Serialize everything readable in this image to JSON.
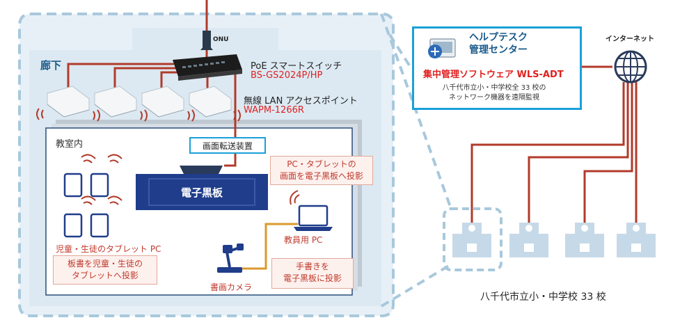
{
  "labels": {
    "onu": "ONU",
    "corridor": "廊下",
    "poe_switch": "PoE スマートスイッチ",
    "poe_switch_model": "BS-GS2024P/HP",
    "wireless_ap": "無線 LAN アクセスポイント",
    "wireless_ap_model": "WAPM-1266R",
    "classroom": "教室内",
    "screen_transfer": "画面転送装置",
    "blackboard": "電子黒板",
    "pc_tablet_note_line1": "PC・タブレットの",
    "pc_tablet_note_line2": "画面を電子黒板へ投影",
    "teacher_pc": "教員用 PC",
    "student_tablet": "児童・生徒のタブレット PC",
    "board_note_line1": "板書を児童・生徒の",
    "board_note_line2": "タブレットへ投影",
    "document_camera": "書画カメラ",
    "handwriting_note_line1": "手書きを",
    "handwriting_note_line2": "電子黒板に投影",
    "helpdesk_line1": "ヘルプテスク",
    "helpdesk_line2": "管理センター",
    "central_software": "集中管理ソフトウェア WLS-ADT",
    "helpdesk_desc_line1": "八千代市立小・中学校全 33 校の",
    "helpdesk_desc_line2": "ネットワーク機器を遠隔監視",
    "internet": "インターネット",
    "schools": "八千代市立小・中学校 33 校"
  },
  "colors": {
    "network_line": "#b23a2a",
    "camera_line": "#d89a2c",
    "accent_blue": "#1aa0d8",
    "panel_bg": "#dde9f2",
    "blackboard": "#1f3d8a",
    "note_text": "#c0392b"
  },
  "icons": [
    "onu-icon",
    "switch-icon",
    "access-point-icon",
    "tablet-icon",
    "wifi-icon",
    "laptop-icon",
    "document-camera-icon",
    "server-icon",
    "globe-icon",
    "school-building-icon"
  ]
}
